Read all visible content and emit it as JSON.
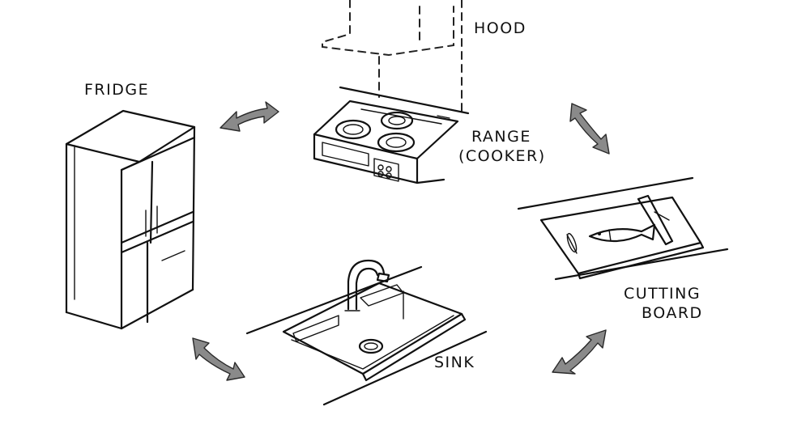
{
  "labels": {
    "hood": "HOOD",
    "fridge": "FRIDGE",
    "range_line1": "RANGE",
    "range_line2": "(COOKER)",
    "cutting_line1": "CUTTING",
    "cutting_line2": "BOARD",
    "sink": "SINK"
  },
  "colors": {
    "ink": "#111111",
    "arrow_fill": "#8a8a8a",
    "background": "#ffffff"
  }
}
